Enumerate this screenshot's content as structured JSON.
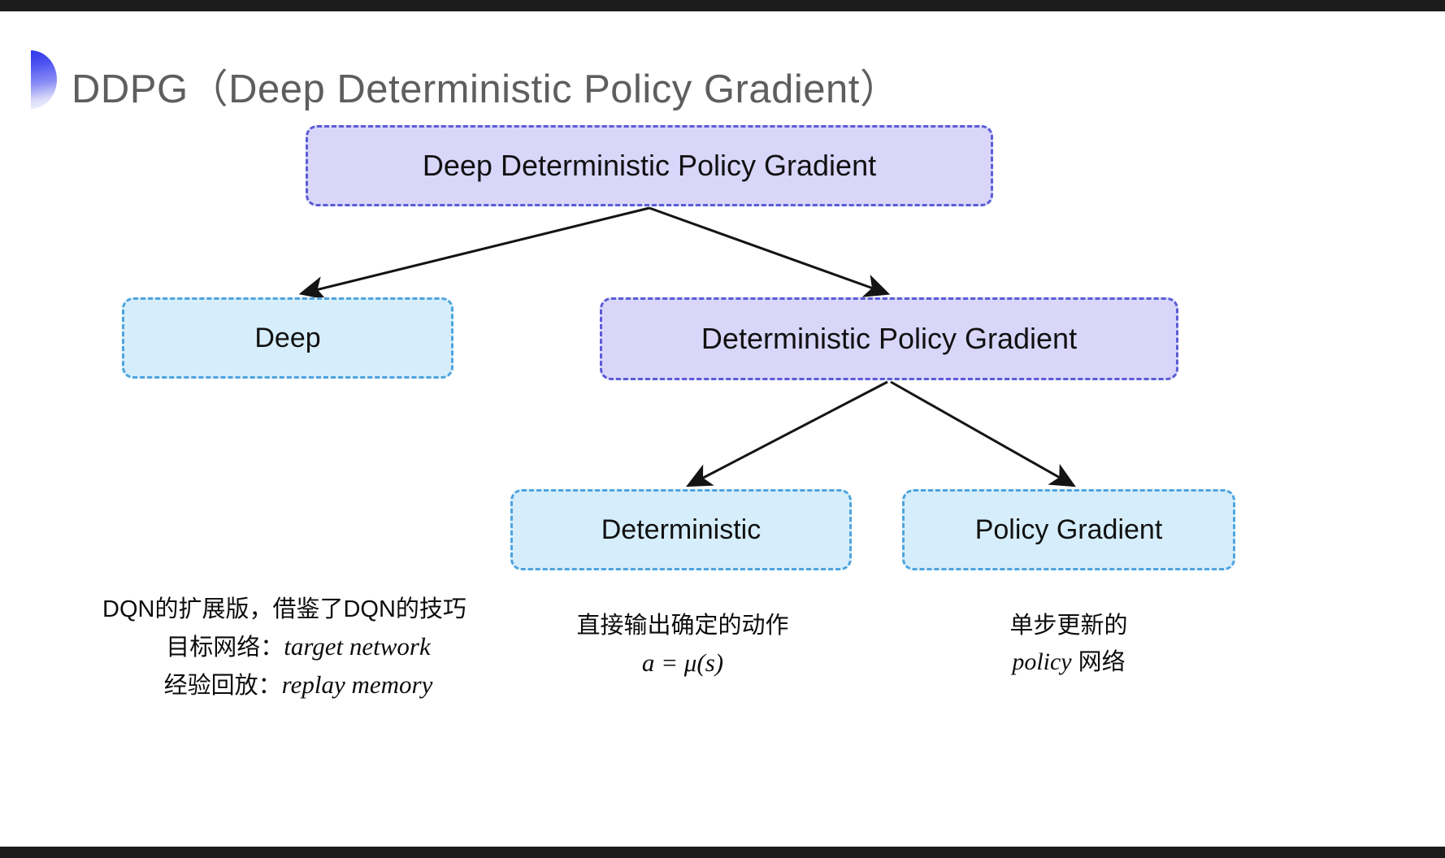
{
  "slide": {
    "title": "DDPG（Deep Deterministic Policy Gradient）",
    "background": "#ffffff",
    "title_color": "#5e5e5e",
    "bullet_icon": "half-circle-gradient-bullet"
  },
  "colors": {
    "purple_fill": "#d9d6fa",
    "purple_border": "#5b5bd6",
    "blue_fill": "#d6eefb",
    "blue_border": "#4ea3dd",
    "text": "#111111",
    "arrow": "#141414"
  },
  "diagram": {
    "type": "tree",
    "nodes": [
      {
        "id": "root",
        "label": "Deep Deterministic Policy Gradient",
        "style": "purple",
        "level": 0
      },
      {
        "id": "deep",
        "label": "Deep",
        "style": "blue",
        "level": 1
      },
      {
        "id": "dpg",
        "label": "Deterministic Policy Gradient",
        "style": "purple",
        "level": 1
      },
      {
        "id": "det",
        "label": "Deterministic",
        "style": "blue",
        "level": 2
      },
      {
        "id": "pg",
        "label": "Policy Gradient",
        "style": "blue",
        "level": 2
      }
    ],
    "edges": [
      {
        "from": "root",
        "to": "deep"
      },
      {
        "from": "root",
        "to": "dpg"
      },
      {
        "from": "dpg",
        "to": "det"
      },
      {
        "from": "dpg",
        "to": "pg"
      }
    ]
  },
  "annotations": {
    "deep": {
      "line1": "DQN的扩展版，借鉴了DQN的技巧",
      "line2_label": "目标网络：",
      "line2_term": "target network",
      "line3_label": "经验回放：",
      "line3_term": "replay memory"
    },
    "deterministic": {
      "line1": "直接输出确定的动作",
      "formula": "a = μ(s)"
    },
    "policy_gradient": {
      "line1": "单步更新的",
      "line2_term": "policy",
      "line2_suffix": " 网络"
    }
  }
}
